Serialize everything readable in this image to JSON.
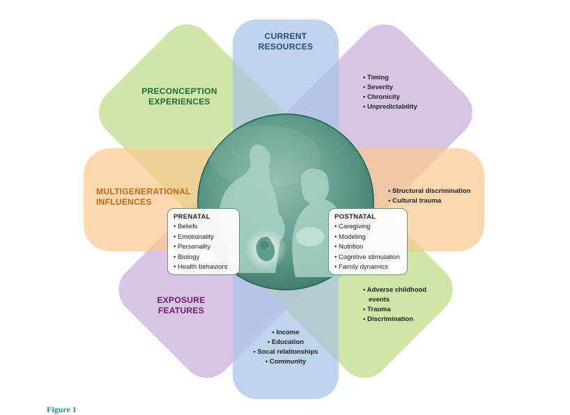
{
  "categories": {
    "current_resources": {
      "line1": "CURRENT",
      "line2": "RESOURCES"
    },
    "preconception_experiences": {
      "line1": "PRECONCEPTION",
      "line2": "EXPERIENCES"
    },
    "multigenerational_influences": {
      "line1": "MULTIGENERATIONAL",
      "line2": "INFLUENCES"
    },
    "exposure_features": {
      "line1": "EXPOSURE",
      "line2": "FEATURES"
    }
  },
  "lists": {
    "exposure_features": [
      "Timing",
      "Severity",
      "Chronicity",
      "Unpredictability"
    ],
    "multigenerational_influences": [
      "Structural discrimination",
      "Cultural trauma"
    ],
    "preconception_experiences": [
      "Adverse childhood events",
      "Trauma",
      "Discrimination"
    ],
    "current_resources": [
      "Income",
      "Education",
      "Socal relationships",
      "Community"
    ]
  },
  "prenatal": {
    "title": "PRENATAL",
    "items": [
      "Beliefs",
      "Emotionality",
      "Personality",
      "Biology",
      "Health behaviors"
    ]
  },
  "postnatal": {
    "title": "POSTNATAL",
    "items": [
      "Caregiving",
      "Modeling",
      "Nutrition",
      "Cognitive stimulation",
      "Family dynamics"
    ]
  },
  "caption": "Figure 1",
  "colors": {
    "current_resources_band": "#a9c3e6",
    "preconception_band": "#bfdd8a",
    "multigenerational_band": "#f9c98f",
    "exposure_band": "#cdb0dc",
    "globe": "#4e8f80"
  }
}
